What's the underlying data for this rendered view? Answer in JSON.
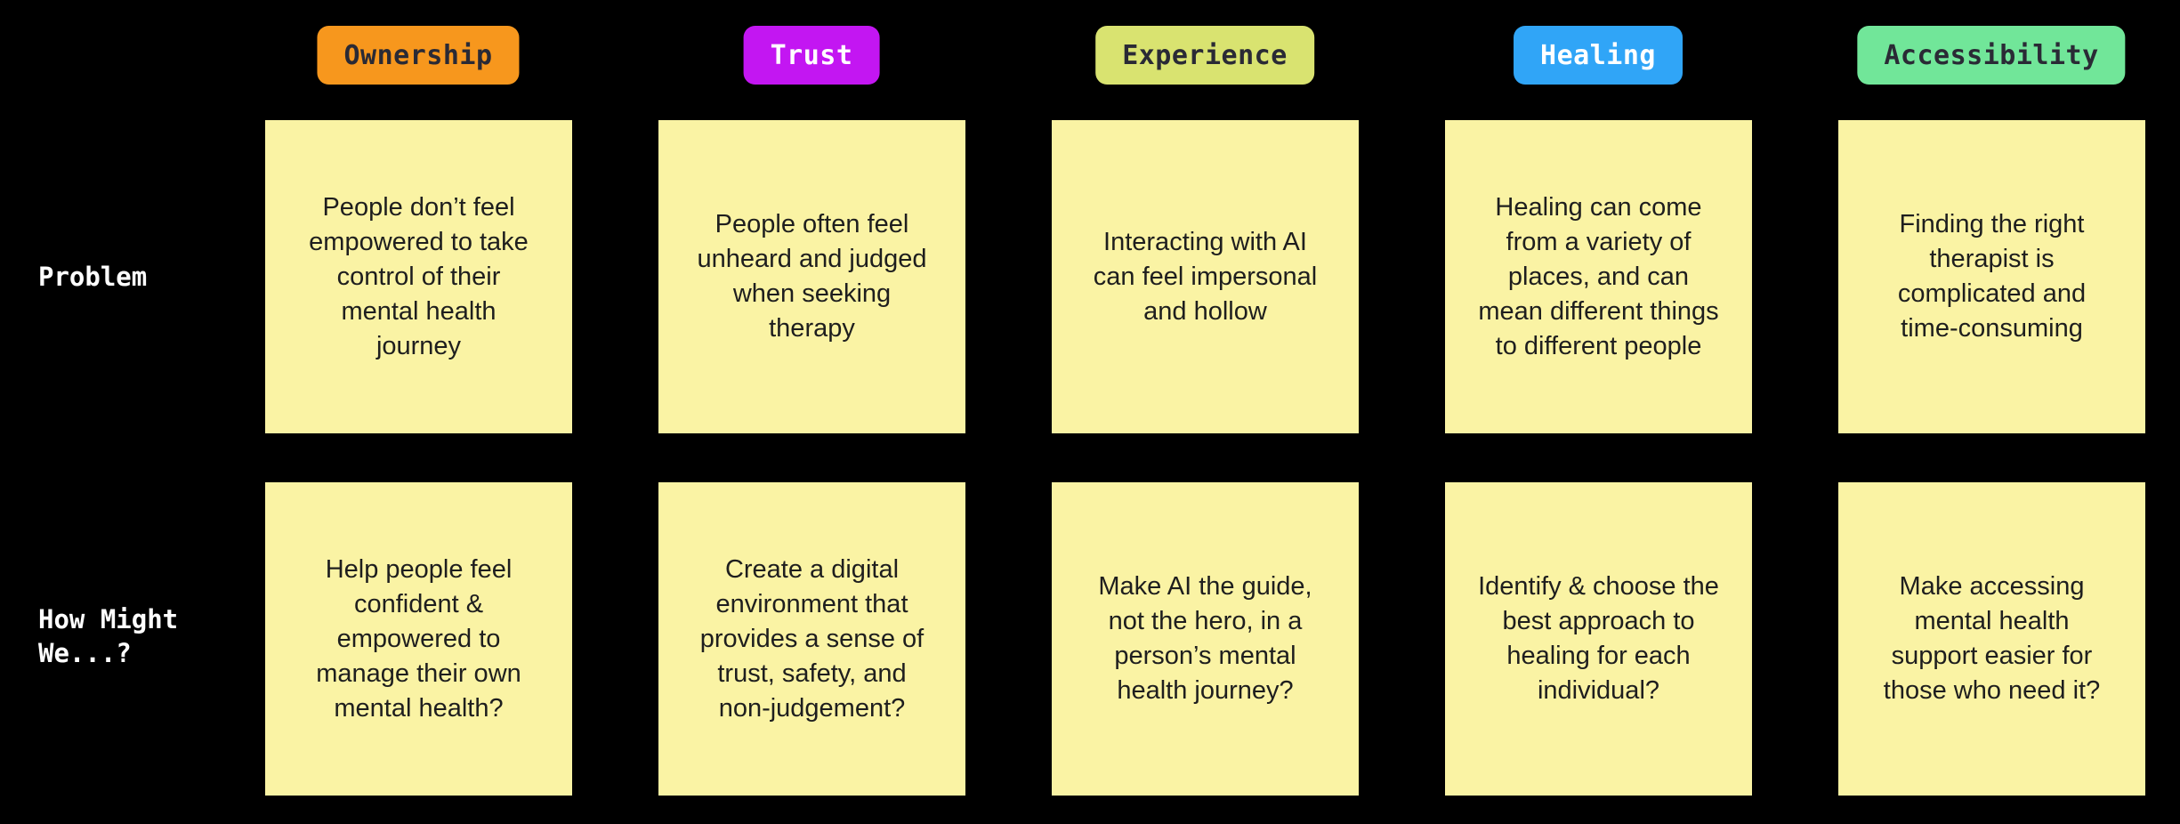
{
  "board": {
    "background_color": "#000000",
    "sticky_color": "#FAF3A4",
    "sticky_text_color": "#1E1E1E"
  },
  "columns": [
    {
      "label": "Ownership",
      "color": "#F7971D",
      "text_color": "#2A2A35"
    },
    {
      "label": "Trust",
      "color": "#C316F2",
      "text_color": "#FFFFFF"
    },
    {
      "label": "Experience",
      "color": "#D9E370",
      "text_color": "#2A2A35"
    },
    {
      "label": "Healing",
      "color": "#30A5F7",
      "text_color": "#FFFFFF"
    },
    {
      "label": "Accessibility",
      "color": "#71E699",
      "text_color": "#2A2A35"
    }
  ],
  "rows": [
    {
      "label": "Problem",
      "stickies": [
        {
          "text": "People don’t feel\nempowered to take\ncontrol of their\nmental health\njourney"
        },
        {
          "text": "People often feel\nunheard and judged\nwhen seeking\ntherapy"
        },
        {
          "text": "Interacting with AI\ncan feel impersonal\nand hollow"
        },
        {
          "text": "Healing can come\nfrom a variety of\nplaces, and can\nmean different things\nto different people"
        },
        {
          "text": "Finding the right\ntherapist is\ncomplicated and\ntime-consuming"
        }
      ]
    },
    {
      "label": "How Might\nWe...?",
      "stickies": [
        {
          "text": "Help people feel\nconfident &\nempowered to\nmanage their own\nmental health?"
        },
        {
          "text": "Create a digital\nenvironment that\nprovides a sense of\ntrust, safety, and\nnon-judgement?"
        },
        {
          "text": "Make AI the guide,\nnot the hero, in a\nperson’s mental\nhealth journey?"
        },
        {
          "text": "Identify & choose the\nbest approach to\nhealing for each\nindividual?"
        },
        {
          "text": "Make accessing\nmental health\nsupport easier for\nthose who need it?"
        }
      ]
    }
  ]
}
